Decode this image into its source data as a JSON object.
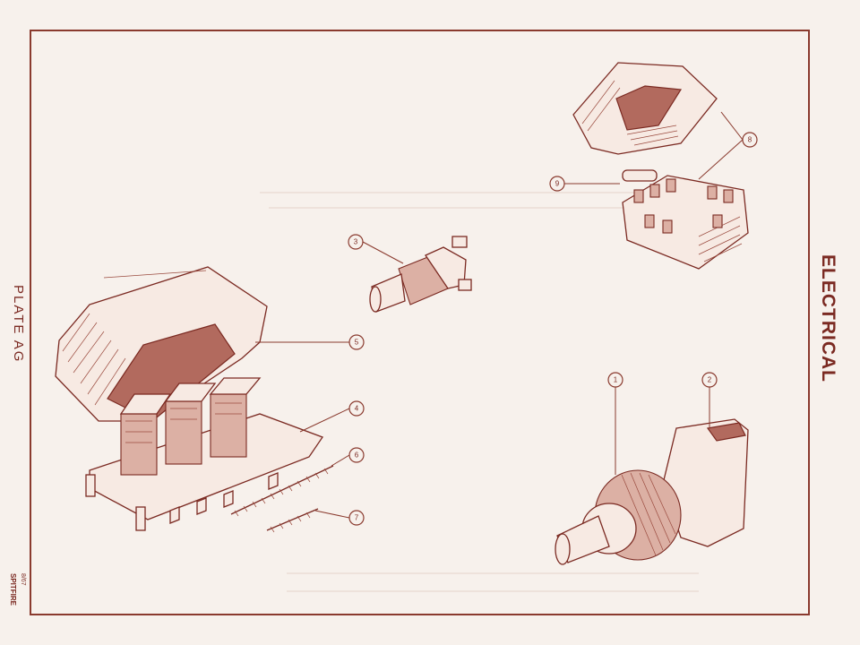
{
  "plate": {
    "title": "PLATE AG"
  },
  "section": {
    "title": "ELECTRICAL"
  },
  "footer": {
    "model": "SPITFIRE",
    "issue": "8/67"
  },
  "colors": {
    "ink": "#7b2a22",
    "paper": "#f7f1ec"
  },
  "callouts": [
    {
      "label": "1"
    },
    {
      "label": "2"
    },
    {
      "label": "3"
    },
    {
      "label": "4"
    },
    {
      "label": "5"
    },
    {
      "label": "6"
    },
    {
      "label": "7"
    },
    {
      "label": "8"
    },
    {
      "label": "9"
    }
  ]
}
